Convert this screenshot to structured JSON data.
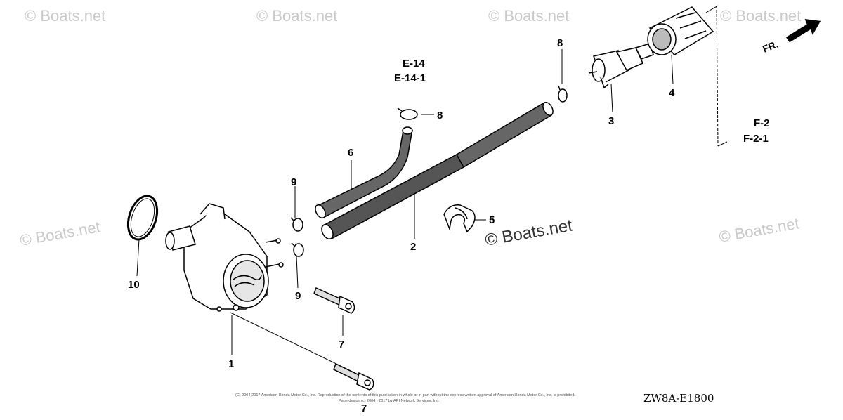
{
  "watermarks": {
    "brand": "© Boats.net",
    "main": "© Boats.net"
  },
  "callouts": {
    "p1": "1",
    "p2": "2",
    "p3": "3",
    "p4": "4",
    "p5": "5",
    "p6": "6",
    "p7a": "7",
    "p7b": "7",
    "p8a": "8",
    "p8b": "8",
    "p9a": "9",
    "p9b": "9",
    "p10": "10"
  },
  "references": {
    "e14": "E-14",
    "e14_1": "E-14-1",
    "f2": "F-2",
    "f2_1": "F-2-1"
  },
  "direction": {
    "label": "FR."
  },
  "diagram_code": "ZW8A-E1800",
  "copyright": {
    "line1": "(C) 2004-2017 American Honda Motor Co., Inc. Reproduction of the contents of this publication in whole or in part without the express written approval of American Honda Motor Co., Inc. is prohibited.",
    "line2": "Page design (c) 2004 - 2017 by ARI Network Services, Inc."
  }
}
